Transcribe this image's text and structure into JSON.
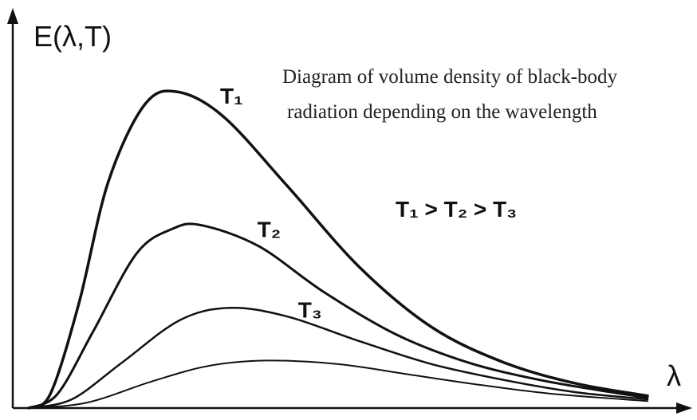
{
  "chart_data": {
    "type": "line",
    "title": "Diagram of volume density of black-body radiation depending on the wavelength",
    "title_lines": [
      "Diagram of volume density of black-body",
      "radiation depending on the wavelength"
    ],
    "ylabel": "E(λ,T)",
    "xlabel": "λ",
    "relation": "T₁ > T₂ > T₃",
    "grid": false,
    "legend": "none",
    "xlim": [
      0,
      10
    ],
    "ylim": [
      0,
      10
    ],
    "series": [
      {
        "name": "T₁",
        "peak_x": 2.25,
        "peak_y": 9.0,
        "stroke": 3.5,
        "points": [
          [
            0.2,
            0
          ],
          [
            0.5,
            0.4
          ],
          [
            0.9,
            3.0
          ],
          [
            1.3,
            6.4
          ],
          [
            1.8,
            8.6
          ],
          [
            2.25,
            9.0
          ],
          [
            2.9,
            8.3
          ],
          [
            3.8,
            6.3
          ],
          [
            4.8,
            4.0
          ],
          [
            5.8,
            2.3
          ],
          [
            6.8,
            1.3
          ],
          [
            7.8,
            0.7
          ],
          [
            8.8,
            0.35
          ]
        ]
      },
      {
        "name": "T₂",
        "peak_x": 2.6,
        "peak_y": 5.2,
        "stroke": 3.0,
        "points": [
          [
            0.2,
            0
          ],
          [
            0.6,
            0.4
          ],
          [
            1.1,
            2.2
          ],
          [
            1.7,
            4.4
          ],
          [
            2.2,
            5.1
          ],
          [
            2.6,
            5.2
          ],
          [
            3.4,
            4.6
          ],
          [
            4.3,
            3.3
          ],
          [
            5.3,
            2.1
          ],
          [
            6.3,
            1.3
          ],
          [
            7.3,
            0.8
          ],
          [
            8.3,
            0.45
          ],
          [
            8.8,
            0.3
          ]
        ]
      },
      {
        "name": "T₃",
        "peak_x": 3.0,
        "peak_y": 2.85,
        "stroke": 2.5,
        "points": [
          [
            0.2,
            0
          ],
          [
            0.8,
            0.25
          ],
          [
            1.5,
            1.3
          ],
          [
            2.3,
            2.5
          ],
          [
            3.0,
            2.85
          ],
          [
            3.8,
            2.6
          ],
          [
            4.8,
            1.9
          ],
          [
            5.8,
            1.25
          ],
          [
            6.8,
            0.8
          ],
          [
            7.8,
            0.45
          ],
          [
            8.8,
            0.25
          ]
        ]
      },
      {
        "peak_x": 3.5,
        "peak_y": 1.35,
        "stroke": 2.0,
        "points": [
          [
            0.2,
            0
          ],
          [
            1.0,
            0.15
          ],
          [
            1.9,
            0.75
          ],
          [
            2.7,
            1.2
          ],
          [
            3.5,
            1.35
          ],
          [
            4.5,
            1.25
          ],
          [
            5.5,
            0.95
          ],
          [
            6.5,
            0.65
          ],
          [
            7.5,
            0.4
          ],
          [
            8.8,
            0.2
          ]
        ]
      }
    ]
  }
}
